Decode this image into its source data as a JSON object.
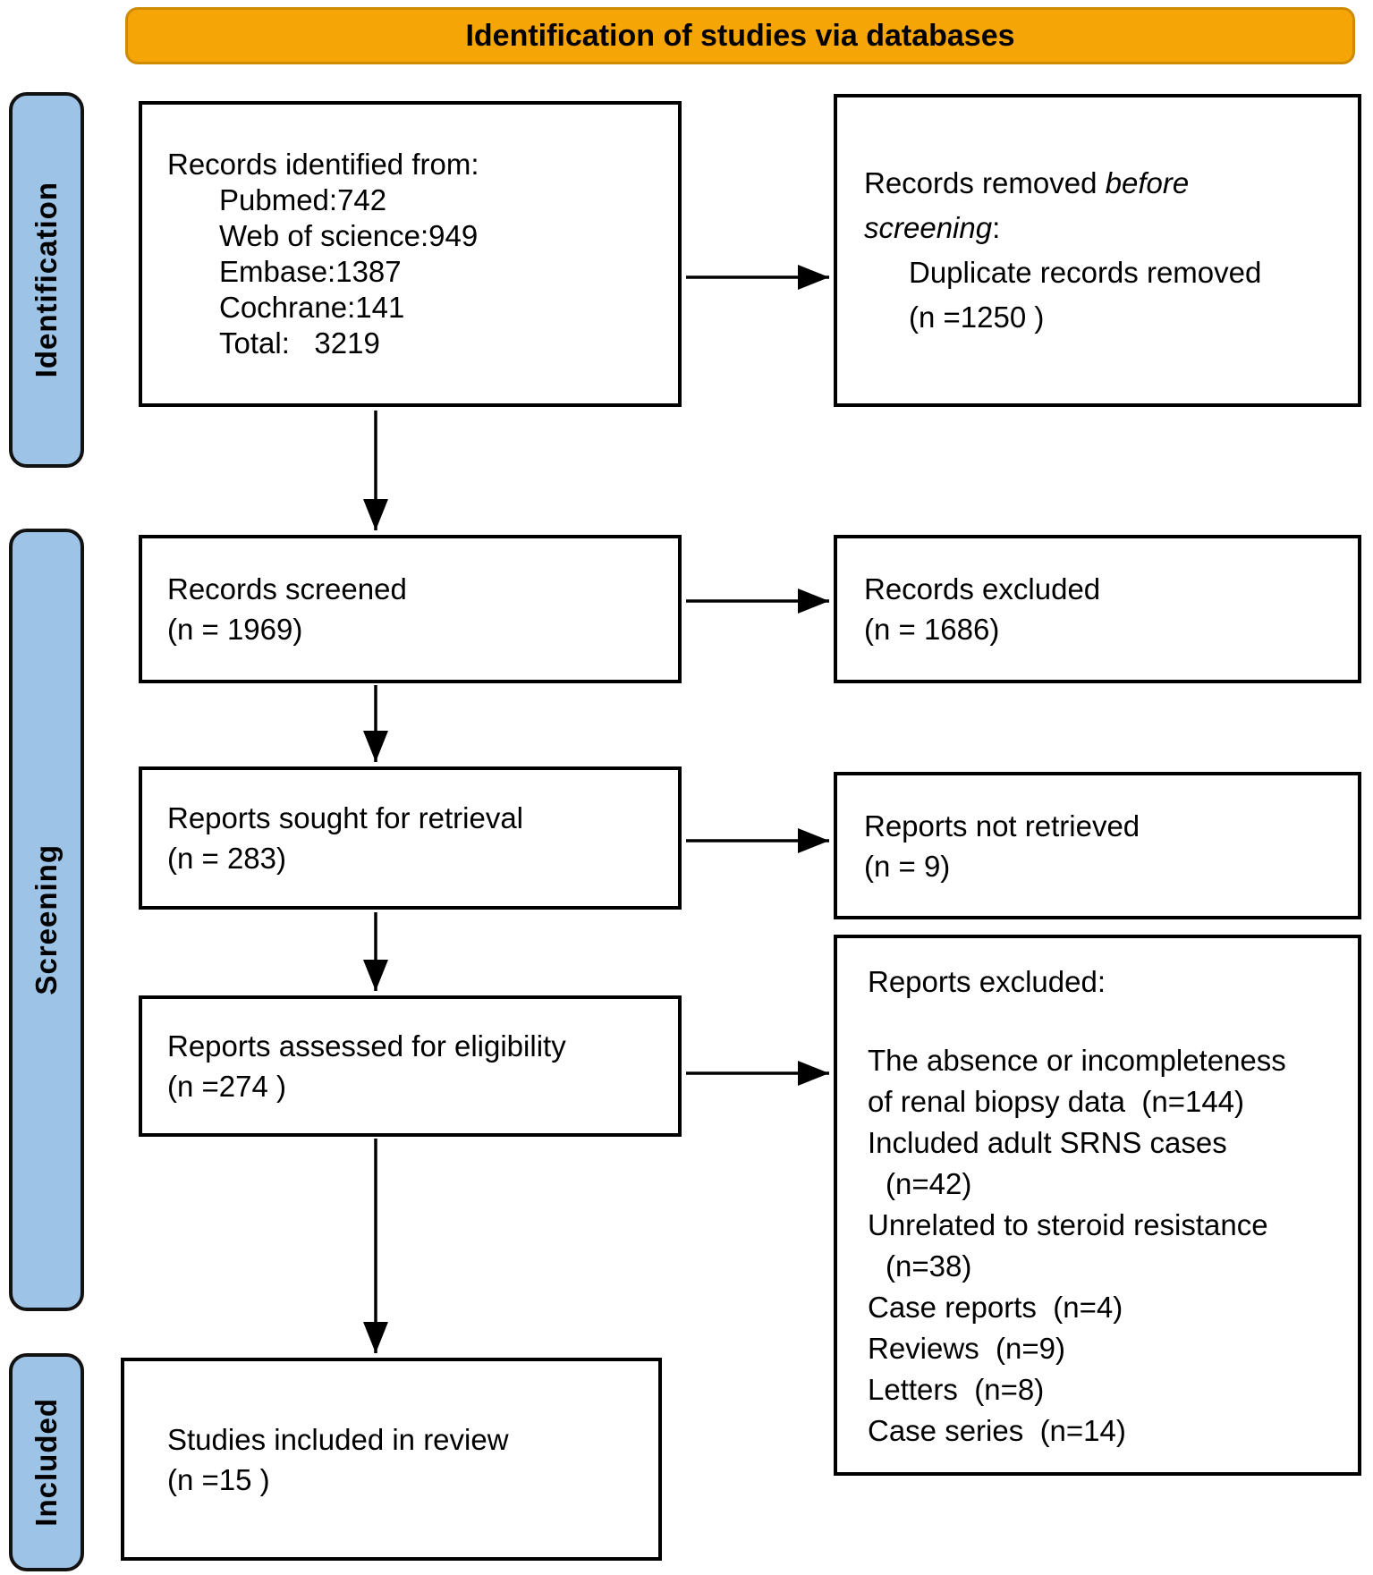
{
  "header": {
    "title": "Identification of studies via databases"
  },
  "sidebar": {
    "identification": "Identification",
    "screening": "Screening",
    "included": "Included"
  },
  "boxes": {
    "identified": {
      "title": "Records identified from:",
      "items": [
        "Pubmed:742",
        "Web of science:949",
        "Embase:1387",
        "Cochrane:141",
        "Total:   3219"
      ]
    },
    "removed": {
      "prefix": "Records removed ",
      "italic1": "before",
      "italic2": "screening",
      "suffix": ":",
      "detail": "Duplicate records removed",
      "count": "(n =1250 )"
    },
    "screened": {
      "title": "Records screened",
      "count": "(n = 1969)"
    },
    "excluded": {
      "title": "Records excluded",
      "count": "(n = 1686)"
    },
    "sought": {
      "title": "Reports sought for retrieval",
      "count": "(n = 283)"
    },
    "not_retrieved": {
      "title": "Reports not retrieved",
      "count": "(n = 9)"
    },
    "assessed": {
      "title": "Reports assessed for eligibility",
      "count": "(n =274 )"
    },
    "reports_excluded": {
      "title": "Reports excluded:",
      "lines": [
        "The absence or incompleteness",
        "of renal biopsy data  (n=144)",
        "Included adult SRNS cases",
        "(n=42)",
        "Unrelated to steroid resistance",
        "(n=38)",
        "Case reports  (n=4)",
        "Reviews  (n=9)",
        "Letters  (n=8)",
        "Case series  (n=14)"
      ]
    },
    "included_studies": {
      "title": "Studies included in review",
      "count": "(n =15 )"
    }
  },
  "colors": {
    "header_bg": "#F5A506",
    "header_border": "#CE8B00",
    "sidebar_bg": "#9DC3E6",
    "sidebar_border": "#121212",
    "box_border": "#000000"
  }
}
